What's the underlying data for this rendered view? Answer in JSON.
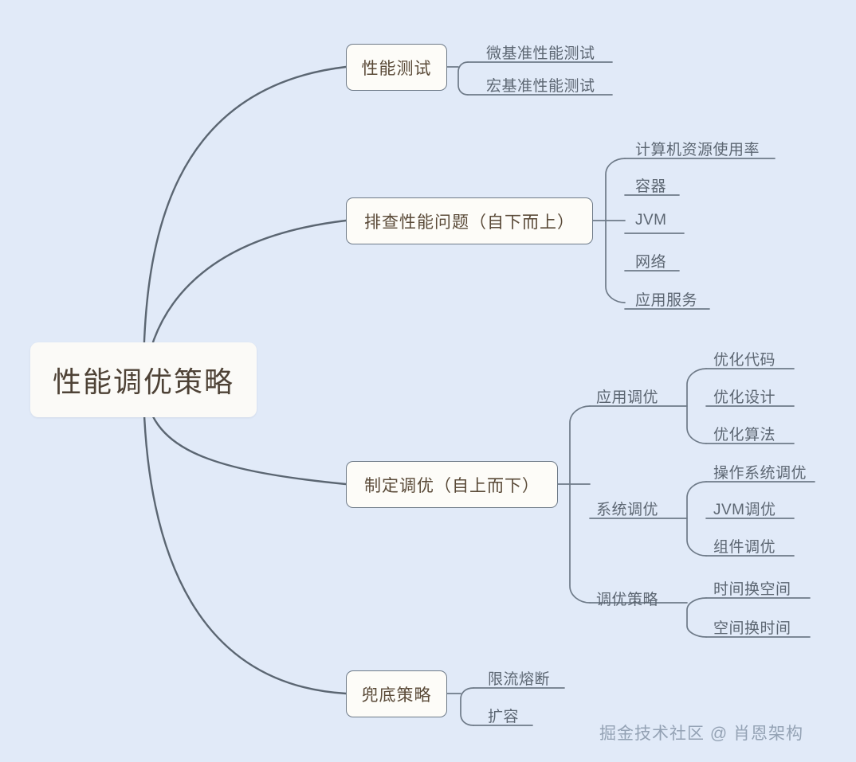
{
  "meta": {
    "background_color": "#e1eaf8",
    "root_fill": "#fbfaf7",
    "node_fill": "#fdfcf8",
    "node_border_color": "#6e7a88",
    "root_text_color": "#4e4236",
    "node_text_color": "#5a4a38",
    "leaf_text_color": "#5c6672",
    "connector_color": "#5b6672",
    "watermark_color": "#94a2b4"
  },
  "watermark": "掘金技术社区 @ 肖恩架构",
  "chart_data": {
    "type": "diagram",
    "diagram_type": "mindmap",
    "title": "性能调优策略",
    "root": "性能调优策略",
    "orientation": "left-to-right",
    "nodes": [
      {
        "label": "性能测试",
        "children": [
          {
            "label": "微基准性能测试"
          },
          {
            "label": "宏基准性能测试"
          }
        ]
      },
      {
        "label": "排查性能问题（自下而上）",
        "children": [
          {
            "label": "计算机资源使用率"
          },
          {
            "label": "容器"
          },
          {
            "label": "JVM"
          },
          {
            "label": "网络"
          },
          {
            "label": "应用服务"
          }
        ]
      },
      {
        "label": "制定调优（自上而下）",
        "children": [
          {
            "label": "应用调优",
            "children": [
              {
                "label": "优化代码"
              },
              {
                "label": "优化设计"
              },
              {
                "label": "优化算法"
              }
            ]
          },
          {
            "label": "系统调优",
            "children": [
              {
                "label": "操作系统调优"
              },
              {
                "label": "JVM调优"
              },
              {
                "label": "组件调优"
              }
            ]
          },
          {
            "label": "调优策略",
            "children": [
              {
                "label": "时间换空间"
              },
              {
                "label": "空间换时间"
              }
            ]
          }
        ]
      },
      {
        "label": "兜底策略",
        "children": [
          {
            "label": "限流熔断"
          },
          {
            "label": "扩容"
          }
        ]
      }
    ]
  },
  "root": {
    "label": "性能调优策略"
  },
  "branch1": {
    "label": "性能测试",
    "children": [
      {
        "label": "微基准性能测试"
      },
      {
        "label": "宏基准性能测试"
      }
    ]
  },
  "branch2": {
    "label": "排查性能问题（自下而上）",
    "children": [
      {
        "label": "计算机资源使用率"
      },
      {
        "label": "容器"
      },
      {
        "label": "JVM"
      },
      {
        "label": "网络"
      },
      {
        "label": "应用服务"
      }
    ]
  },
  "branch3": {
    "label": "制定调优（自上而下）",
    "groups": [
      {
        "label": "应用调优",
        "children": [
          {
            "label": "优化代码"
          },
          {
            "label": "优化设计"
          },
          {
            "label": "优化算法"
          }
        ]
      },
      {
        "label": "系统调优",
        "children": [
          {
            "label": "操作系统调优"
          },
          {
            "label": "JVM调优"
          },
          {
            "label": "组件调优"
          }
        ]
      },
      {
        "label": "调优策略",
        "children": [
          {
            "label": "时间换空间"
          },
          {
            "label": "空间换时间"
          }
        ]
      }
    ]
  },
  "branch4": {
    "label": "兜底策略",
    "children": [
      {
        "label": "限流熔断"
      },
      {
        "label": "扩容"
      }
    ]
  }
}
